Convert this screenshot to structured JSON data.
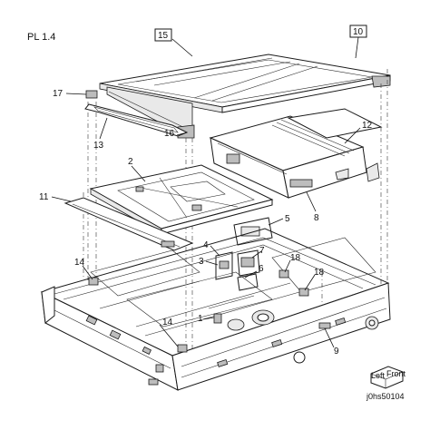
{
  "header": {
    "plate": "PL 1.4"
  },
  "footer": {
    "drawing_code": "j0hs50104"
  },
  "orientation_icon": {
    "left_label": "Left",
    "front_label": "Front"
  },
  "callouts": {
    "c15": "15",
    "c10": "10",
    "c17": "17",
    "c13": "13",
    "c16": "16",
    "c12": "12",
    "c2": "2",
    "c8": "8",
    "c11": "11",
    "c5": "5",
    "c4": "4",
    "c7": "7",
    "c3": "3",
    "c6": "6",
    "c14a": "14",
    "c18a": "18",
    "c18b": "18",
    "c1": "1",
    "c14b": "14",
    "c9": "9"
  },
  "colors": {
    "line": "#1a1a1a",
    "background": "#ffffff"
  }
}
